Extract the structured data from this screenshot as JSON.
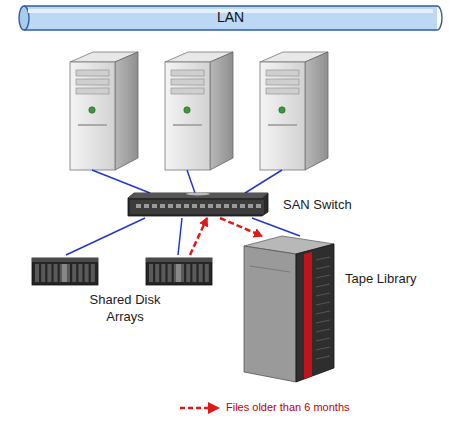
{
  "diagram": {
    "nodes": [
      {
        "text": [
          "LAN"
        ]
      },
      {
        "text": [
          "SAN Switch"
        ]
      },
      {
        "text": [
          "Shared Disk Arrays"
        ]
      },
      {
        "text": [
          "Tape Library"
        ]
      }
    ],
    "edges": [
      {
        "from": 2,
        "to": 1,
        "arrow": "to"
      },
      {
        "from": 1,
        "to": 3,
        "arrow": "to"
      },
      {
        "from": 1,
        "to": 2,
        "arrow": "none"
      },
      {
        "from": 1,
        "to": 2,
        "arrow": "none"
      },
      {
        "from": 1,
        "to": 3,
        "arrow": "none"
      }
    ],
    "legend": [
      {
        "text": "Files older than 6 months"
      }
    ]
  }
}
